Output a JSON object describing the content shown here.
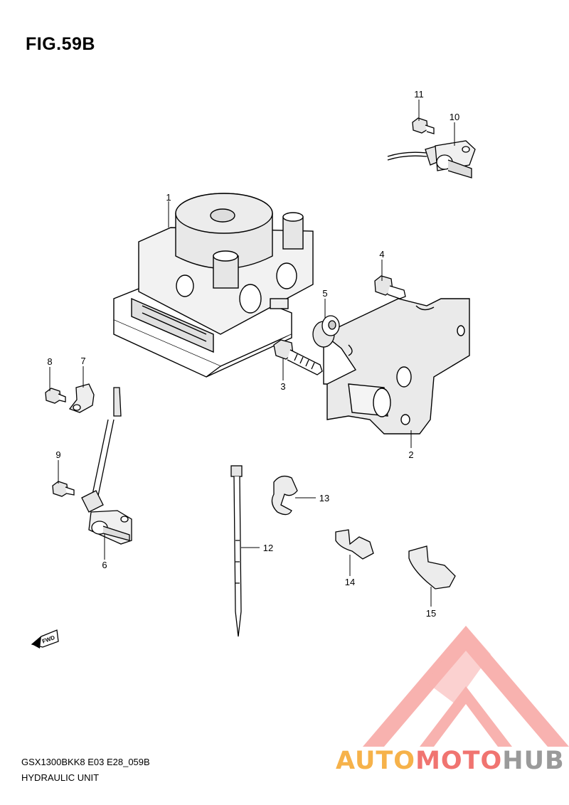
{
  "figure": {
    "title": "FIG.59B",
    "model_code": "GSX1300BKK8 E03 E28_059B",
    "description": "HYDRAULIC UNIT"
  },
  "callouts": [
    {
      "number": "1",
      "part": "hydraulic-unit"
    },
    {
      "number": "2",
      "part": "bracket"
    },
    {
      "number": "3",
      "part": "bolt"
    },
    {
      "number": "4",
      "part": "bolt"
    },
    {
      "number": "5",
      "part": "cushion"
    },
    {
      "number": "6",
      "part": "front-wheel-speed-sensor"
    },
    {
      "number": "7",
      "part": "clamp"
    },
    {
      "number": "8",
      "part": "bolt"
    },
    {
      "number": "9",
      "part": "bolt"
    },
    {
      "number": "10",
      "part": "rear-wheel-speed-sensor"
    },
    {
      "number": "11",
      "part": "bolt"
    },
    {
      "number": "12",
      "part": "cable-tie"
    },
    {
      "number": "13",
      "part": "clamp"
    },
    {
      "number": "14",
      "part": "clamp"
    },
    {
      "number": "15",
      "part": "clamp"
    }
  ],
  "fwd_label": "FWD",
  "watermark": {
    "part1": "AUTO",
    "part2": "MOTO",
    "part3": "HUB",
    "colors": {
      "auto": "#f6b24a",
      "moto": "#f07470",
      "hub": "#9a9a9a",
      "logo": "#f38b86"
    }
  }
}
